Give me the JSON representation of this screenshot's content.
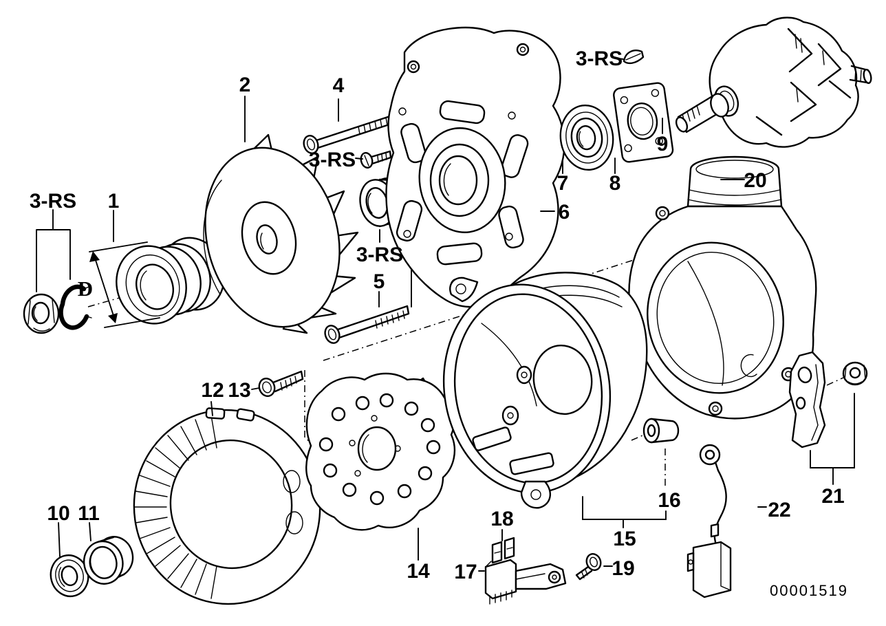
{
  "diagram": {
    "type": "exploded-parts-diagram",
    "subject": "Alternator individual parts",
    "background_color": "#ffffff",
    "line_color": "#000000",
    "drawing_number": "00001519",
    "dimension_label": "D",
    "part_labels": {
      "rs_left": "3-RS",
      "rs_mid": "3-RS",
      "rs_lower": "3-RS",
      "rs_top": "3-RS",
      "num_1": "1",
      "num_2": "2",
      "num_4": "4",
      "num_5": "5",
      "num_6": "6",
      "num_7": "7",
      "num_8": "8",
      "num_9": "9",
      "num_10": "10",
      "num_11": "11",
      "num_12": "12",
      "num_13": "13",
      "num_14": "14",
      "num_15": "15",
      "num_16": "16",
      "num_17": "17",
      "num_18": "18",
      "num_19": "19",
      "num_20": "20",
      "num_21": "21",
      "num_22": "22"
    }
  }
}
